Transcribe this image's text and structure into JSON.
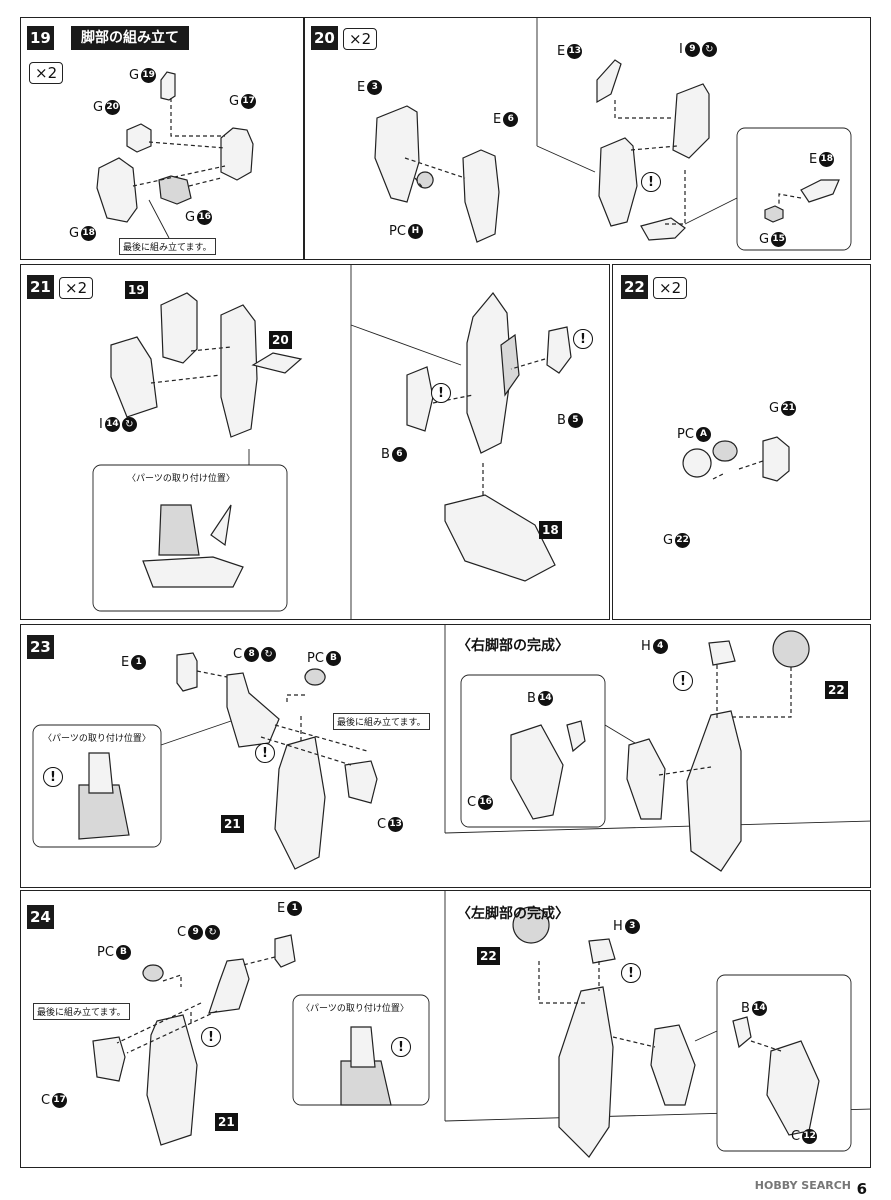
{
  "step19": {
    "num": "19",
    "title": "脚部の組み立て",
    "mult": "×2",
    "labels": [
      {
        "letter": "G",
        "num": "19"
      },
      {
        "letter": "G",
        "num": "20"
      },
      {
        "letter": "G",
        "num": "17"
      },
      {
        "letter": "G",
        "num": "16"
      },
      {
        "letter": "G",
        "num": "18"
      }
    ],
    "note": "最後に組み立てます。"
  },
  "step20": {
    "num": "20",
    "mult": "×2",
    "labels": [
      {
        "letter": "E",
        "num": "3"
      },
      {
        "letter": "E",
        "num": "6"
      },
      {
        "letter": "PC",
        "num": "H"
      },
      {
        "letter": "E",
        "num": "13"
      },
      {
        "letter": "I",
        "num": "9"
      },
      {
        "letter": "E",
        "num": "18"
      },
      {
        "letter": "G",
        "num": "15"
      }
    ]
  },
  "step21": {
    "num": "21",
    "mult": "×2",
    "refs": [
      "19",
      "20",
      "18"
    ],
    "labels": [
      {
        "letter": "I",
        "num": "14"
      },
      {
        "letter": "B",
        "num": "6"
      },
      {
        "letter": "B",
        "num": "5"
      }
    ],
    "sub_title": "〈パーツの取り付け位置〉"
  },
  "step22": {
    "num": "22",
    "mult": "×2",
    "labels": [
      {
        "letter": "G",
        "num": "21"
      },
      {
        "letter": "PC",
        "num": "A"
      },
      {
        "letter": "G",
        "num": "22"
      }
    ]
  },
  "step23": {
    "num": "23",
    "labels": [
      {
        "letter": "E",
        "num": "1"
      },
      {
        "letter": "C",
        "num": "8"
      },
      {
        "letter": "PC",
        "num": "B"
      },
      {
        "letter": "C",
        "num": "13"
      }
    ],
    "ref": "21",
    "note": "最後に組み立てます。",
    "sub_title": "〈パーツの取り付け位置〉",
    "right_title": "〈右脚部の完成〉",
    "right_labels": [
      {
        "letter": "H",
        "num": "4"
      },
      {
        "letter": "B",
        "num": "14"
      },
      {
        "letter": "C",
        "num": "16"
      }
    ],
    "right_ref": "22"
  },
  "step24": {
    "num": "24",
    "labels": [
      {
        "letter": "E",
        "num": "1"
      },
      {
        "letter": "C",
        "num": "9"
      },
      {
        "letter": "PC",
        "num": "B"
      },
      {
        "letter": "C",
        "num": "17"
      }
    ],
    "ref": "21",
    "note": "最後に組み立てます。",
    "sub_title": "〈パーツの取り付け位置〉",
    "left_title": "〈左脚部の完成〉",
    "left_labels": [
      {
        "letter": "H",
        "num": "3"
      },
      {
        "letter": "B",
        "num": "14"
      },
      {
        "letter": "C",
        "num": "12"
      }
    ],
    "left_ref": "22"
  },
  "watermark": "HOBBY SEARCH",
  "page_number": "6"
}
